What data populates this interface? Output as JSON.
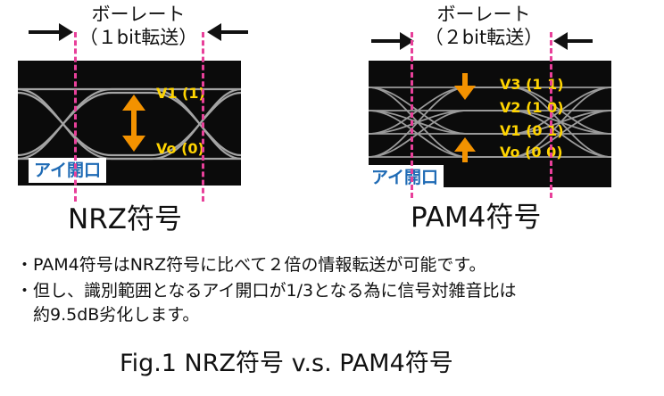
{
  "nrz": {
    "baud_line1": "ボーレート",
    "baud_line2": "（１bit転送）",
    "levels": [
      "V1 (1)",
      "Vo (0)"
    ],
    "eye_open_label": "アイ開口",
    "name": "NRZ符号"
  },
  "pam4": {
    "baud_line1": "ボーレート",
    "baud_line2": "（２bit転送）",
    "levels": [
      "V3 (1 1)",
      "V2 (1 0)",
      "V1 (0 1)",
      "Vo (0 0)"
    ],
    "eye_open_label": "アイ開口",
    "name": "PAM4符号"
  },
  "bullets": [
    "・PAM4符号はNRZ符号に比べて２倍の情報転送が可能です。",
    "・但し、識別範囲となるアイ開口が1/3となる為に信号対雑音比は",
    "　約9.5dB劣化します。"
  ],
  "caption": "Fig.1 NRZ符号 v.s. PAM4符号",
  "colors": {
    "marker_line": "#e8409a",
    "arrow_orange": "#f39200",
    "level_label": "#ffd400",
    "eye_open_text": "#1f6bb5"
  }
}
